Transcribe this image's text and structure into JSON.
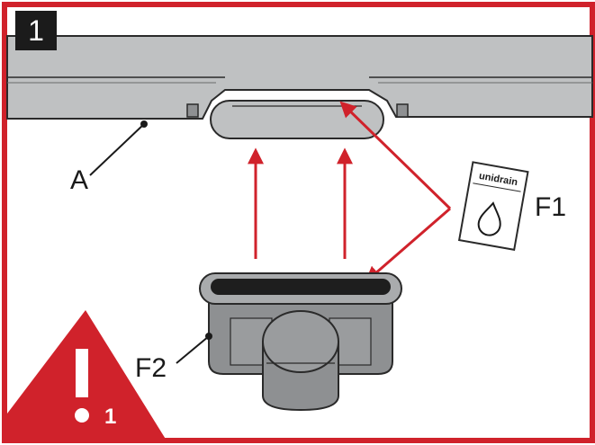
{
  "step": {
    "number": "1"
  },
  "labels": {
    "a": "A",
    "f1": "F1",
    "f2": "F2"
  },
  "warning": {
    "number": "1"
  },
  "sachet": {
    "brand": "unidrain"
  },
  "colors": {
    "frame": "#d0222b",
    "arrow": "#d0222b",
    "part": "#bfc1c2",
    "outline": "#2a2a2a"
  }
}
